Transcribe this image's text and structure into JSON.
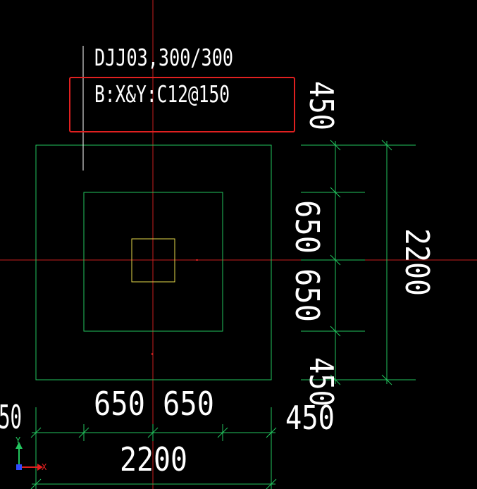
{
  "label": {
    "line1": "DJJ03,300/300",
    "line2": "B:X&Y:C12@150"
  },
  "right_dims": {
    "top": "450",
    "upper": "650",
    "lower": "650",
    "bottom": "450",
    "total": "2200"
  },
  "bottom_dims": {
    "left_partial": "50",
    "mid_left": "650",
    "mid_right": "650",
    "right": "450",
    "total": "2200"
  },
  "ucs": {
    "x_label": "X",
    "y_label": "Y"
  },
  "colors": {
    "background": "#000000",
    "axis": "#c81e1e",
    "outline": "#22c55e",
    "column": "#e5d94a",
    "dimension": "#22c55e",
    "text": "#ffffff",
    "highlight": "#e02020",
    "ucs_x": "#e02020",
    "ucs_y": "#22c55e",
    "ucs_origin": "#2f4cff"
  }
}
